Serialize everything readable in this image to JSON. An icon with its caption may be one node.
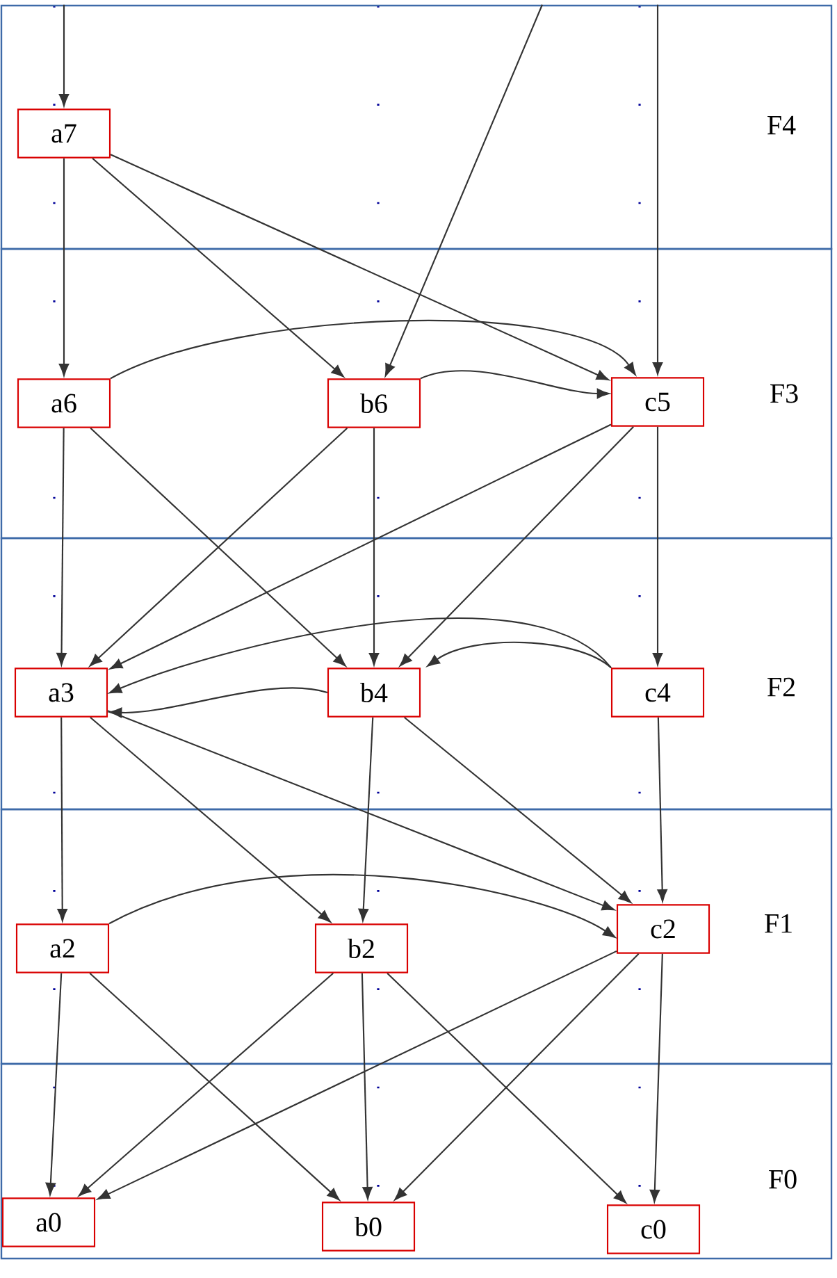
{
  "diagram": {
    "nodes": [
      {
        "text": [
          "F4"
        ]
      },
      {
        "text": [
          "a7"
        ],
        "in": 0
      },
      {
        "text": [
          "F3"
        ]
      },
      {
        "text": [
          "a6"
        ],
        "in": 2
      },
      {
        "text": [
          "b6"
        ],
        "in": 2
      },
      {
        "text": [
          "c5"
        ],
        "in": 2
      },
      {
        "text": [
          "F2"
        ]
      },
      {
        "text": [
          "a3"
        ],
        "in": 6
      },
      {
        "text": [
          "b4"
        ],
        "in": 6
      },
      {
        "text": [
          "c4"
        ],
        "in": 6
      },
      {
        "text": [
          "F1"
        ]
      },
      {
        "text": [
          "a2"
        ],
        "in": 10
      },
      {
        "text": [
          "b2"
        ],
        "in": 10
      },
      {
        "text": [
          "c2"
        ],
        "in": 10
      },
      {
        "text": [
          "F0"
        ]
      },
      {
        "text": [
          "a0"
        ],
        "in": 14
      },
      {
        "text": [
          "b0"
        ],
        "in": 14
      },
      {
        "text": [
          "c0"
        ],
        "in": 14
      }
    ],
    "edges": [
      {
        "from": 0,
        "to": 1,
        "arrow": "to"
      },
      {
        "from": 0,
        "to": 4,
        "arrow": "to"
      },
      {
        "from": 0,
        "to": 5,
        "arrow": "to"
      },
      {
        "from": 1,
        "to": 3,
        "arrow": "to"
      },
      {
        "from": 1,
        "to": 4,
        "arrow": "to"
      },
      {
        "from": 1,
        "to": 5,
        "arrow": "to"
      },
      {
        "from": 3,
        "to": 5,
        "arrow": "to"
      },
      {
        "from": 4,
        "to": 5,
        "arrow": "to"
      },
      {
        "from": 3,
        "to": 7,
        "arrow": "to"
      },
      {
        "from": 3,
        "to": 8,
        "arrow": "to"
      },
      {
        "from": 4,
        "to": 7,
        "arrow": "to"
      },
      {
        "from": 4,
        "to": 8,
        "arrow": "to"
      },
      {
        "from": 5,
        "to": 7,
        "arrow": "to"
      },
      {
        "from": 5,
        "to": 8,
        "arrow": "to"
      },
      {
        "from": 5,
        "to": 9,
        "arrow": "to"
      },
      {
        "from": 8,
        "to": 7,
        "arrow": "to"
      },
      {
        "from": 9,
        "to": 7,
        "arrow": "to"
      },
      {
        "from": 9,
        "to": 8,
        "arrow": "to"
      },
      {
        "from": 7,
        "to": 11,
        "arrow": "to"
      },
      {
        "from": 7,
        "to": 12,
        "arrow": "to"
      },
      {
        "from": 7,
        "to": 13,
        "arrow": "to"
      },
      {
        "from": 8,
        "to": 12,
        "arrow": "to"
      },
      {
        "from": 8,
        "to": 13,
        "arrow": "to"
      },
      {
        "from": 9,
        "to": 13,
        "arrow": "to"
      },
      {
        "from": 11,
        "to": 13,
        "arrow": "to"
      },
      {
        "from": 11,
        "to": 15,
        "arrow": "to"
      },
      {
        "from": 11,
        "to": 16,
        "arrow": "to"
      },
      {
        "from": 12,
        "to": 15,
        "arrow": "to"
      },
      {
        "from": 12,
        "to": 16,
        "arrow": "to"
      },
      {
        "from": 12,
        "to": 17,
        "arrow": "to"
      },
      {
        "from": 13,
        "to": 15,
        "arrow": "to"
      },
      {
        "from": 13,
        "to": 16,
        "arrow": "to"
      },
      {
        "from": 13,
        "to": 17,
        "arrow": "to"
      }
    ]
  }
}
